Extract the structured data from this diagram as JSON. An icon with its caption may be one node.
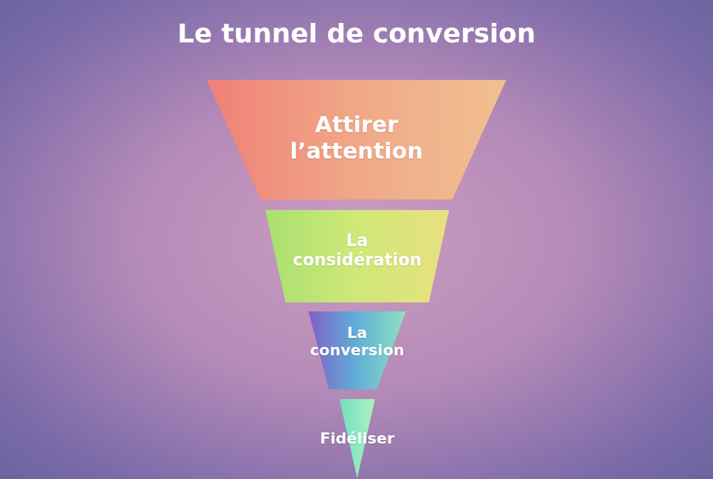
{
  "diagram": {
    "title": "Le tunnel de conversion",
    "nodes": [
      {
        "text": [
          "Attirer l’attention"
        ]
      },
      {
        "text": [
          "La considération"
        ]
      },
      {
        "text": [
          "La conversion"
        ]
      },
      {
        "text": [
          "Fidéliser"
        ]
      }
    ],
    "edges": []
  }
}
